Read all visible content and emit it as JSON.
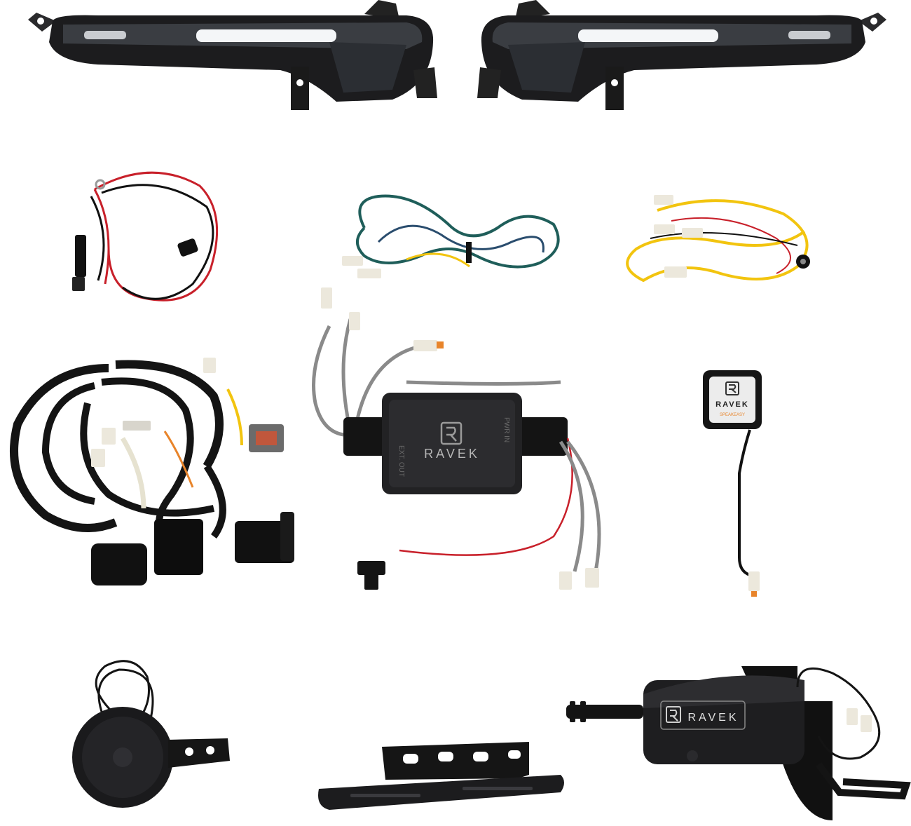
{
  "colors": {
    "background": "#ffffff",
    "housing": "#1c1c1e",
    "lens": "#3a3d42",
    "led": "#f4f6f8",
    "wire_red": "#c8202a",
    "wire_black": "#111111",
    "wire_teal": "#1f5e5a",
    "wire_yellow": "#f2c40f",
    "wire_gray": "#8a8a8a",
    "connector_white": "#ece8dc",
    "connector_orange": "#e8842a"
  },
  "labels": {
    "controller_brand": "RAVEK",
    "switch_brand": "RAVEK",
    "switch_model": "SPEAKEASY",
    "controller_port_left": "EXT. OUT",
    "controller_port_right": "PWR IN",
    "throttle_brand": "RAVEK"
  },
  "icons": {
    "brand_logo": "ravek-r-logo"
  }
}
